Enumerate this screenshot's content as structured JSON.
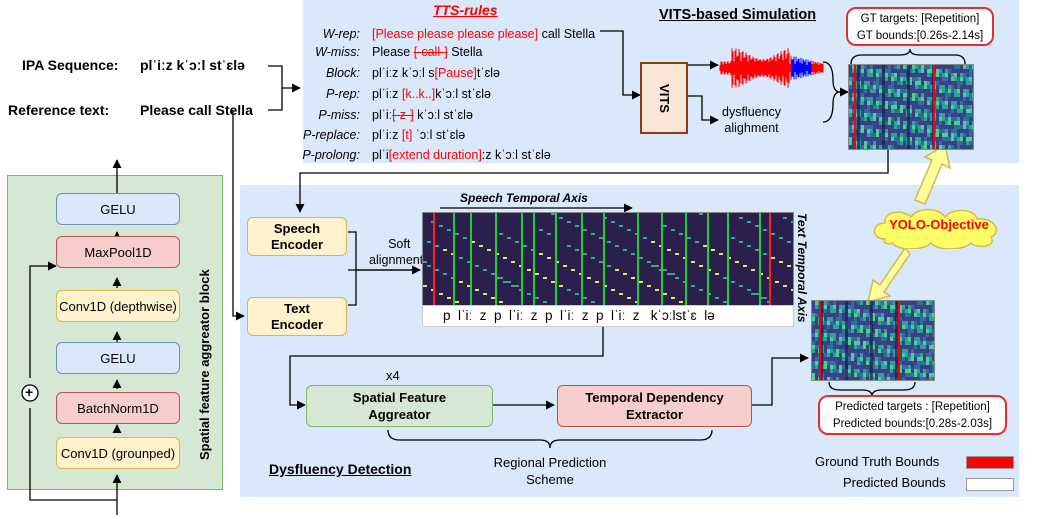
{
  "inputs": {
    "ipa_label": "IPA Sequence:",
    "ipa_value": "plˈiːz kˈɔːl stˈɛlə",
    "ref_label": "Reference text:",
    "ref_value": "Please call Stella"
  },
  "tts": {
    "title": "TTS-rules",
    "rules": [
      {
        "label": "W-rep:",
        "parts": [
          {
            "t": "[Please please please please]",
            "c": "red"
          },
          {
            "t": " call Stella"
          }
        ]
      },
      {
        "label": "W-miss:",
        "parts": [
          {
            "t": "Please "
          },
          {
            "t": "[-call-]",
            "c": "red-strike"
          },
          {
            "t": " Stella"
          }
        ]
      },
      {
        "label": "Block:",
        "parts": [
          {
            "t": "plˈiːz kˈɔːl s"
          },
          {
            "t": "[Pause]",
            "c": "red"
          },
          {
            "t": "tˈɛlə"
          }
        ]
      },
      {
        "label": "P-rep:",
        "parts": [
          {
            "t": "plˈiːz "
          },
          {
            "t": "[k..k..]",
            "c": "red"
          },
          {
            "t": "kˈɔːl stˈɛlə"
          }
        ]
      },
      {
        "label": "P-miss:",
        "parts": [
          {
            "t": "plˈiː"
          },
          {
            "t": "[-z-]",
            "c": "red-strike"
          },
          {
            "t": " kˈɔːl stˈɛlə"
          }
        ]
      },
      {
        "label": "P-replace:",
        "parts": [
          {
            "t": "plˈiːz "
          },
          {
            "t": "[t]",
            "c": "red"
          },
          {
            "t": " ˈɔːl stˈɛlə"
          }
        ]
      },
      {
        "label": "P-prolong:",
        "parts": [
          {
            "t": "plˈi"
          },
          {
            "t": "[extend duration]",
            "c": "red"
          },
          {
            "t": ":z kˈɔːl stˈɛlə"
          }
        ]
      }
    ]
  },
  "vits": {
    "title": "VITS-based Simulation",
    "box_label": "VITS",
    "alignment_label": "dysfluency\nalighment",
    "gt_targets": "GT targets: [Repetition]",
    "gt_bounds": "GT bounds:[0.26s-2.14s]"
  },
  "detection": {
    "speech_encoder": "Speech\nEncoder",
    "text_encoder": "Text\nEncoder",
    "soft_alignments": "Soft\nalignments",
    "speech_axis": "Speech Temporal Axis",
    "text_axis": "Text Temporal Axis",
    "phonemes": "p  lˈiː  z  p  lˈiː  z  p  lˈiː  z  p  lˈiː  z   kˈɔːlstˈɛ  lə",
    "x4": "x4",
    "sfa": "Spatial Feature\nAggreator",
    "tde": "Temporal Dependency\nExtractor",
    "regional": "Regional Prediction\nScheme",
    "title": "Dysfluency Detection",
    "yolo": "YOLO-Objective",
    "pred_targets": "Predicted targets : [Repetition]",
    "pred_bounds": "Predicted bounds:[0.28s-2.03s]",
    "legend_gt": "Ground Truth Bounds",
    "legend_pred": "Predicted Bounds",
    "legend_gt_color": "#ff0000",
    "legend_pred_color": "#ffffff"
  },
  "block": {
    "title": "Spatial feature aggreator block",
    "layers": [
      "GELU",
      "MaxPool1D",
      "Conv1D (depthwise)",
      "GELU",
      "BatchNorm1D",
      "Conv1D (grounped)"
    ],
    "plus": "+"
  }
}
